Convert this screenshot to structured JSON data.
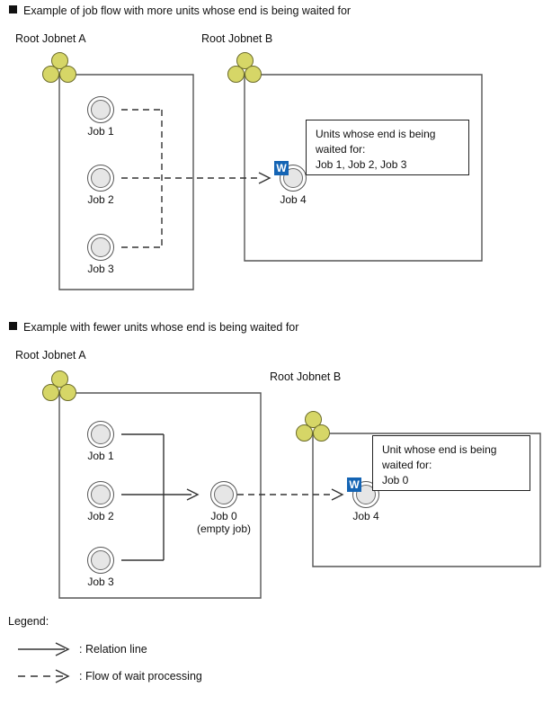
{
  "page": {
    "title": "Job flow with wait processing",
    "colors": {
      "jobnet_icon_fill": "#d6d667",
      "jobnet_icon_stroke": "#6b6b2a",
      "job_ring_stroke": "#555555",
      "job_core_fill": "#e6e6e6",
      "wait_badge_bg": "#1464b4",
      "wait_badge_text": "#ffffff",
      "box_stroke": "#555555",
      "line_stroke": "#333333",
      "text": "#111111"
    }
  },
  "examples": [
    {
      "heading": "Example of job flow with more units whose end is being waited for",
      "jobnet_a_label": "Root Jobnet A",
      "jobnet_b_label": "Root Jobnet B",
      "jobs_a": [
        {
          "caption": "Job 1"
        },
        {
          "caption": "Job 2"
        },
        {
          "caption": "Job 3"
        }
      ],
      "job_b": {
        "caption": "Job 4",
        "badge": "W",
        "badge_name": "wait-badge"
      },
      "callout": {
        "lines": [
          "Units whose end is being",
          "waited for:",
          "Job 1, Job 2, Job 3"
        ]
      }
    },
    {
      "heading": "Example with fewer units whose end is being waited for",
      "jobnet_a_label": "Root Jobnet A",
      "jobnet_b_label": "Root Jobnet B",
      "jobs_a": [
        {
          "caption": "Job 1"
        },
        {
          "caption": "Job 2"
        },
        {
          "caption": "Job 3"
        }
      ],
      "job_empty": {
        "caption": "Job 0",
        "sub_caption": "(empty job)"
      },
      "job_b": {
        "caption": "Job 4",
        "badge": "W",
        "badge_name": "wait-badge"
      },
      "callout": {
        "lines": [
          "Unit whose end is being",
          "waited for:",
          "Job 0"
        ]
      }
    }
  ],
  "legend": {
    "title": "Legend:",
    "items": [
      {
        "style": "solid",
        "label": ": Relation line"
      },
      {
        "style": "dashed",
        "label": ": Flow of wait processing"
      }
    ]
  }
}
